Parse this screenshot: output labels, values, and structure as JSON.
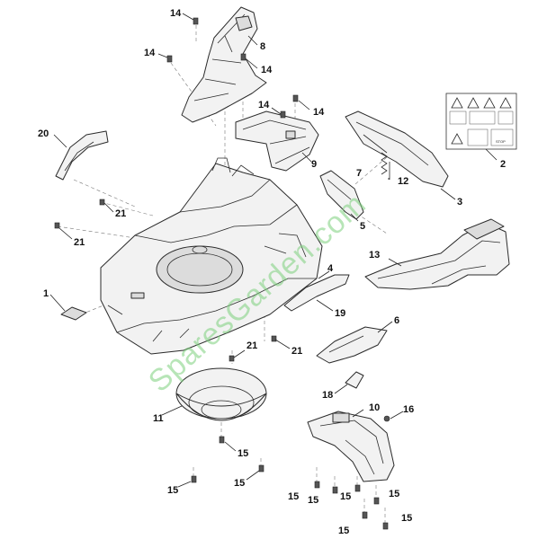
{
  "watermark": "SparesGarden.com",
  "warning_label": {
    "stop_text": "STOP"
  },
  "callouts": {
    "c1": "1",
    "c2": "2",
    "c3": "3",
    "c4": "4",
    "c5": "5",
    "c6": "6",
    "c7": "7",
    "c8": "8",
    "c9": "9",
    "c10": "10",
    "c11": "11",
    "c12": "12",
    "c13": "13",
    "c14a": "14",
    "c14b": "14",
    "c14c": "14",
    "c14d": "14",
    "c14e": "14",
    "c15a": "15",
    "c15b": "15",
    "c15c": "15",
    "c15d": "15",
    "c15e": "15",
    "c15f": "15",
    "c15g": "15",
    "c15h": "15",
    "c15i": "15",
    "c16": "16",
    "c18": "18",
    "c19": "19",
    "c20": "20",
    "c21a": "21",
    "c21b": "21",
    "c21c": "21",
    "c21d": "21"
  }
}
